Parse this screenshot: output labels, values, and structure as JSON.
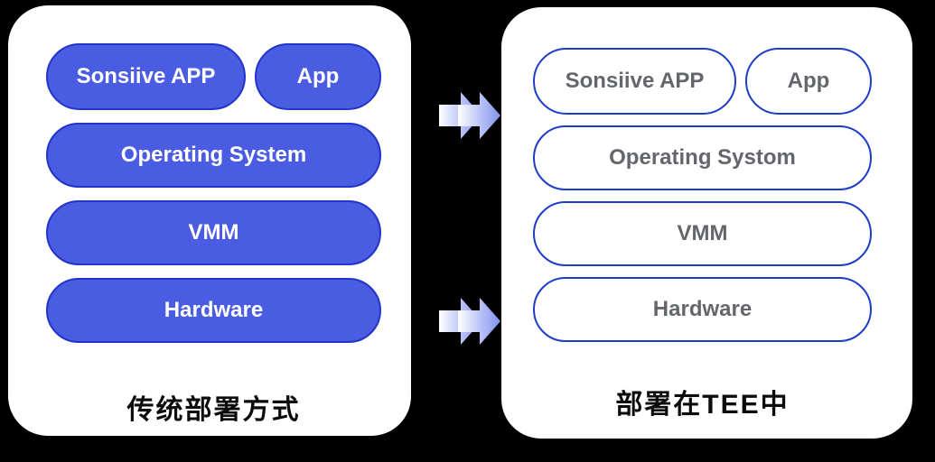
{
  "page": {
    "background": "#000000",
    "panel_background": "#ffffff"
  },
  "left_panel": {
    "caption": "传统部署方式",
    "style": "filled",
    "pills": [
      "Sonsiive APP",
      "App",
      "Operating System",
      "VMM",
      "Hardware"
    ]
  },
  "right_panel": {
    "caption": "部署在TEE中",
    "style": "outline",
    "pills": [
      "Sonsiive APP",
      "App",
      "Operating Systom",
      "VMM",
      "Hardware"
    ]
  },
  "arrows": {
    "count": 2,
    "direction": "right",
    "style": "double-chevron",
    "gradient_start": "#ffffff",
    "gradient_end": "#8292ee"
  },
  "colors": {
    "pill_fill": "#4a5ce2",
    "pill_fill_border": "#2334c9",
    "pill_fill_text": "#ffffff",
    "pill_outline_border": "#1d3cc8",
    "pill_outline_text": "#63666b",
    "caption_text": "#0c0c0c"
  }
}
